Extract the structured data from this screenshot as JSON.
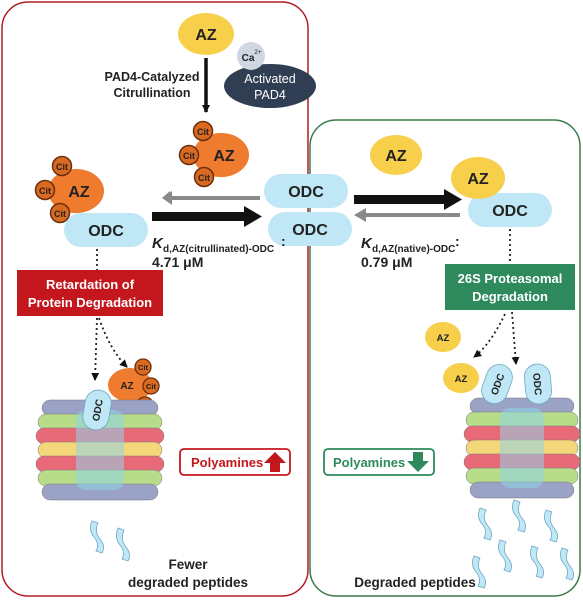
{
  "colors": {
    "left_panel_border": "#b11d24",
    "right_panel_border": "#3a7a4c",
    "az_native": "#f7cf4a",
    "az_citrullinated": "#ee7b2e",
    "cit": "#d96a20",
    "odc": "#bfe7f5",
    "pad4_ellipse": "#2f3e52",
    "calcium": "#cfd7e2",
    "retardation_box": "#c4171d",
    "proteasomal_box": "#2e8a5c",
    "polyamine_up": "#c4171d",
    "polyamine_down": "#2e8a5c",
    "peptide": "#bfe7f5"
  },
  "labels": {
    "az": "AZ",
    "cit": "Cit",
    "odc": "ODC",
    "calcium": "Ca",
    "calcium_charge": "2+",
    "activated_pad4_line1": "Activated",
    "activated_pad4_line2": "PAD4",
    "pad4_catalyzed_line1": "PAD4-Catalyzed",
    "pad4_catalyzed_line2": "Citrullination",
    "kd_left_k": "K",
    "kd_left_subscript": "d,AZ(citrullinated)-ODC",
    "kd_left_colon": ":",
    "kd_left_value": "4.71 μM",
    "kd_right_k": "K",
    "kd_right_subscript": "d,AZ(native)-ODC",
    "kd_right_colon": ":",
    "kd_right_value": "0.79 μM",
    "retardation_line1": "Retardation of",
    "retardation_line2": "Protein Degradation",
    "proteasomal_line1": "26S Proteasomal",
    "proteasomal_line2": "Degradation",
    "polyamines_up": "Polyamines",
    "polyamines_down": "Polyamines",
    "fewer_line1": "Fewer",
    "fewer_line2": "degraded peptides",
    "degraded_peptides": "Degraded peptides"
  }
}
